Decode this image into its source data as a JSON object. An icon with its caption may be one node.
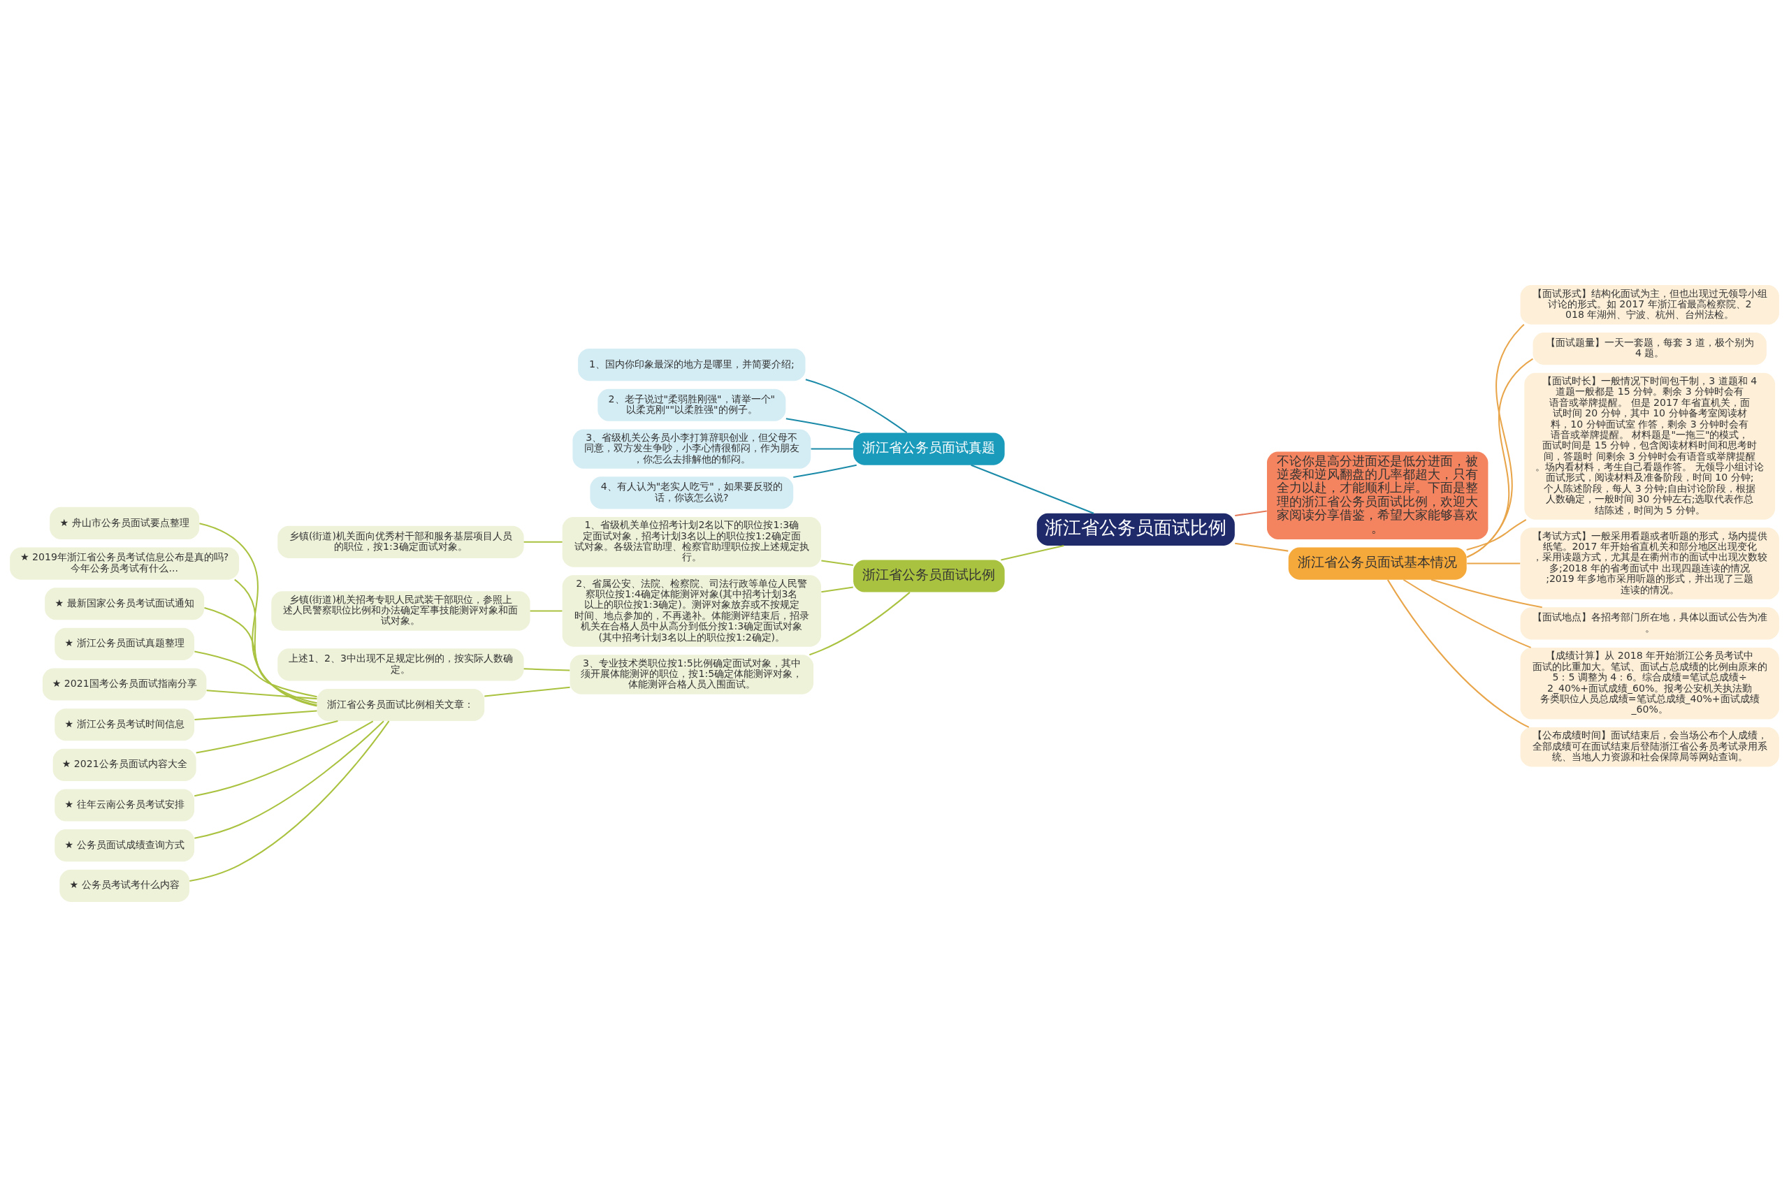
{
  "diagram": {
    "nodes": [
      {
        "text": [
          "浙江省公务员面试比例"
        ]
      },
      {
        "text": [
          "不论你是高分进面还是低分进面，被逆袭和逆风翻盘的几率都超大，只有全力以赴，才能顺利上岸。下面是整理的浙江省公务员面试比例，欢迎大家阅读分享借鉴，希望大家能够喜欢。"
        ]
      },
      {
        "text": [
          "浙江省公务员面试真题"
        ]
      },
      {
        "text": [
          "1、国内你印象最深的地方是哪里，并简要介绍;"
        ]
      },
      {
        "text": [
          "2、老子说过\"柔弱胜刚强\"，请举一个\"以柔克刚\"\"以柔胜强\"的例子。"
        ]
      },
      {
        "text": [
          "3、省级机关公务员小李打算辞职创业，但父母不同意，双方发生争吵，小李心情很郁闷，作为朋友，你怎么去排解他的郁闷。"
        ]
      },
      {
        "text": [
          "4、有人认为\"老实人吃亏\"，如果要反驳的话，你该怎么说?"
        ]
      },
      {
        "text": [
          "浙江省公务员面试比例"
        ]
      },
      {
        "text": [
          "1、省级机关单位招考计划2名以下的职位按1:3确定面试对象，招考计划3名以上的职位按1:2确定面试对象。各级法官助理、检察官助理职位按上述规定执行。"
        ]
      },
      {
        "text": [
          "乡镇(街道)机关面向优秀村干部和服务基层项目人员的职位，按1:3确定面试对象。"
        ]
      },
      {
        "text": [
          "2、省属公安、法院、检察院、司法行政等单位人民警察职位按1:4确定体能测评对象(其中招考计划3名以上的职位按1:3确定)。测评对象放弃或不按规定时间、地点参加的，不再递补。体能测评结束后，招录机关在合格人员中从高分到低分按1:3确定面试对象(其中招考计划3名以上的职位按1:2确定)。"
        ]
      },
      {
        "text": [
          "乡镇(街道)机关招考专职人民武装干部职位，参照上述人民警察职位比例和办法确定军事技能测评对象和面试对象。"
        ]
      },
      {
        "text": [
          "3、专业技术类职位按1:5比例确定面试对象，其中须开展体能测评的职位，按1:5确定体能测评对象，体能测评合格人员入围面试。"
        ]
      },
      {
        "text": [
          "上述1、2、3中出现不足规定比例的，按实际人数确定。"
        ]
      },
      {
        "text": [
          "浙江省公务员面试比例相关文章："
        ]
      },
      {
        "text": [
          "★ 舟山市公务员面试要点整理"
        ]
      },
      {
        "text": [
          "★ 2019年浙江省公务员考试信息公布是真的吗?今年公务员考试有什么..."
        ]
      },
      {
        "text": [
          "★ 最新国家公务员考试面试通知"
        ]
      },
      {
        "text": [
          "★ 浙江公务员面试真题整理"
        ]
      },
      {
        "text": [
          "★ 2021国考公务员面试指南分享"
        ]
      },
      {
        "text": [
          "★ 浙江公务员考试时间信息"
        ]
      },
      {
        "text": [
          "★ 2021公务员面试内容大全"
        ]
      },
      {
        "text": [
          "★ 往年云南公务员考试安排"
        ]
      },
      {
        "text": [
          "★ 公务员面试成绩查询方式"
        ]
      },
      {
        "text": [
          "★ 公务员考试考什么内容"
        ]
      },
      {
        "text": [
          "浙江省公务员面试基本情况"
        ]
      },
      {
        "text": [
          "【面试形式】结构化面试为主，但也出现过无领导小组讨论的形式。如 2017 年浙江省最高检察院、2018 年湖州、宁波、杭州、台州法检。"
        ]
      },
      {
        "text": [
          "【面试题量】一天一套题，每套 3 道，极个别为 4 题。"
        ]
      },
      {
        "text": [
          "【面试时长】一般情况下时间包干制，3 道题和 4 道题一般都是 15 分钟。剩余 3 分钟时会有语音或举牌提醒。 但是 2017 年省直机关，面试时间 20 分钟，其中 10 分钟备考室阅读材料，10 分钟面试室 作答，剩余 3 分钟时会有语音或举牌提醒。 材料题是\"一拖三\"的模式，面试时间是 15 分钟，包含阅读材料时间和思考时间，答题时 间剩余 3 分钟时会有语音或举牌提醒。场内看材料，考生自己看题作答。 无领导小组讨论面试形式，阅读材料及准备阶段，时间 10 分钟;个人陈述阶段，每人 3 分钟;自由讨论阶段，根据人数确定，一般时间 30 分钟左右;选取代表作总结陈述，时间为 5 分钟。"
        ]
      },
      {
        "text": [
          "【考试方式】一般采用看题或者听题的形式，场内提供纸笔。2017 年开始省直机关和部分地区出现变化，采用读题方式，尤其是在衢州市的面试中出现次数较多;2018 年的省考面试中 出现四题连读的情况;2019 年多地市采用听题的形式，并出现了三题连读的情况。"
        ]
      },
      {
        "text": [
          "【面试地点】各招考部门所在地，具体以面试公告为准。"
        ]
      },
      {
        "text": [
          "【成绩计算】从 2018 年开始浙江公务员考试中面试的比重加大。笔试、面试占总成绩的比例由原来的 5：5 调整为 4：6。综合成绩=笔试总成绩÷2_40%+面试成绩_60%。报考公安机关执法勤务类职位人员总成绩=笔试总成绩_40%+面试成绩_60%。"
        ]
      },
      {
        "text": [
          "【公布成绩时间】面试结束后，会当场公布个人成绩，全部成绩可在面试结束后登陆浙江省公务员考试录用系统、当地人力资源和社会保障局等网站查询。"
        ]
      }
    ],
    "edges": [
      {
        "from": 0,
        "to": 1,
        "arrow": "none",
        "color": "#e57a5a"
      },
      {
        "from": 0,
        "to": 2,
        "arrow": "none",
        "color": "#1a8aa8"
      },
      {
        "from": 2,
        "to": 3,
        "arrow": "none",
        "color": "#1a8aa8"
      },
      {
        "from": 2,
        "to": 4,
        "arrow": "none",
        "color": "#1a8aa8"
      },
      {
        "from": 2,
        "to": 5,
        "arrow": "none",
        "color": "#1a8aa8"
      },
      {
        "from": 2,
        "to": 6,
        "arrow": "none",
        "color": "#1a8aa8"
      },
      {
        "from": 0,
        "to": 7,
        "arrow": "none"
      },
      {
        "from": 7,
        "to": 8,
        "arrow": "none"
      },
      {
        "from": 8,
        "to": 9,
        "arrow": "none"
      },
      {
        "from": 7,
        "to": 10,
        "arrow": "none"
      },
      {
        "from": 10,
        "to": 11,
        "arrow": "none"
      },
      {
        "from": 7,
        "to": 12,
        "arrow": "none"
      },
      {
        "from": 12,
        "to": 13,
        "arrow": "none"
      },
      {
        "from": 12,
        "to": 14,
        "arrow": "none"
      },
      {
        "from": 14,
        "to": 15,
        "arrow": "none"
      },
      {
        "from": 14,
        "to": 16,
        "arrow": "none"
      },
      {
        "from": 14,
        "to": 17,
        "arrow": "none"
      },
      {
        "from": 14,
        "to": 18,
        "arrow": "none"
      },
      {
        "from": 14,
        "to": 19,
        "arrow": "none"
      },
      {
        "from": 14,
        "to": 20,
        "arrow": "none"
      },
      {
        "from": 14,
        "to": 21,
        "arrow": "none"
      },
      {
        "from": 14,
        "to": 22,
        "arrow": "none"
      },
      {
        "from": 14,
        "to": 23,
        "arrow": "none"
      },
      {
        "from": 14,
        "to": 24,
        "arrow": "none"
      },
      {
        "from": 0,
        "to": 25,
        "arrow": "none",
        "color": "#e9a54a"
      },
      {
        "from": 25,
        "to": 26,
        "arrow": "none",
        "color": "#e9a54a"
      },
      {
        "from": 25,
        "to": 27,
        "arrow": "none",
        "color": "#e9a54a"
      },
      {
        "from": 25,
        "to": 28,
        "arrow": "none",
        "color": "#e9a54a"
      },
      {
        "from": 25,
        "to": 29,
        "arrow": "none",
        "color": "#e9a54a"
      },
      {
        "from": 25,
        "to": 30,
        "arrow": "none",
        "color": "#e9a54a"
      },
      {
        "from": 25,
        "to": 31,
        "arrow": "none",
        "color": "#e9a54a"
      },
      {
        "from": 25,
        "to": 32,
        "arrow": "none",
        "color": "#e9a54a"
      }
    ]
  }
}
